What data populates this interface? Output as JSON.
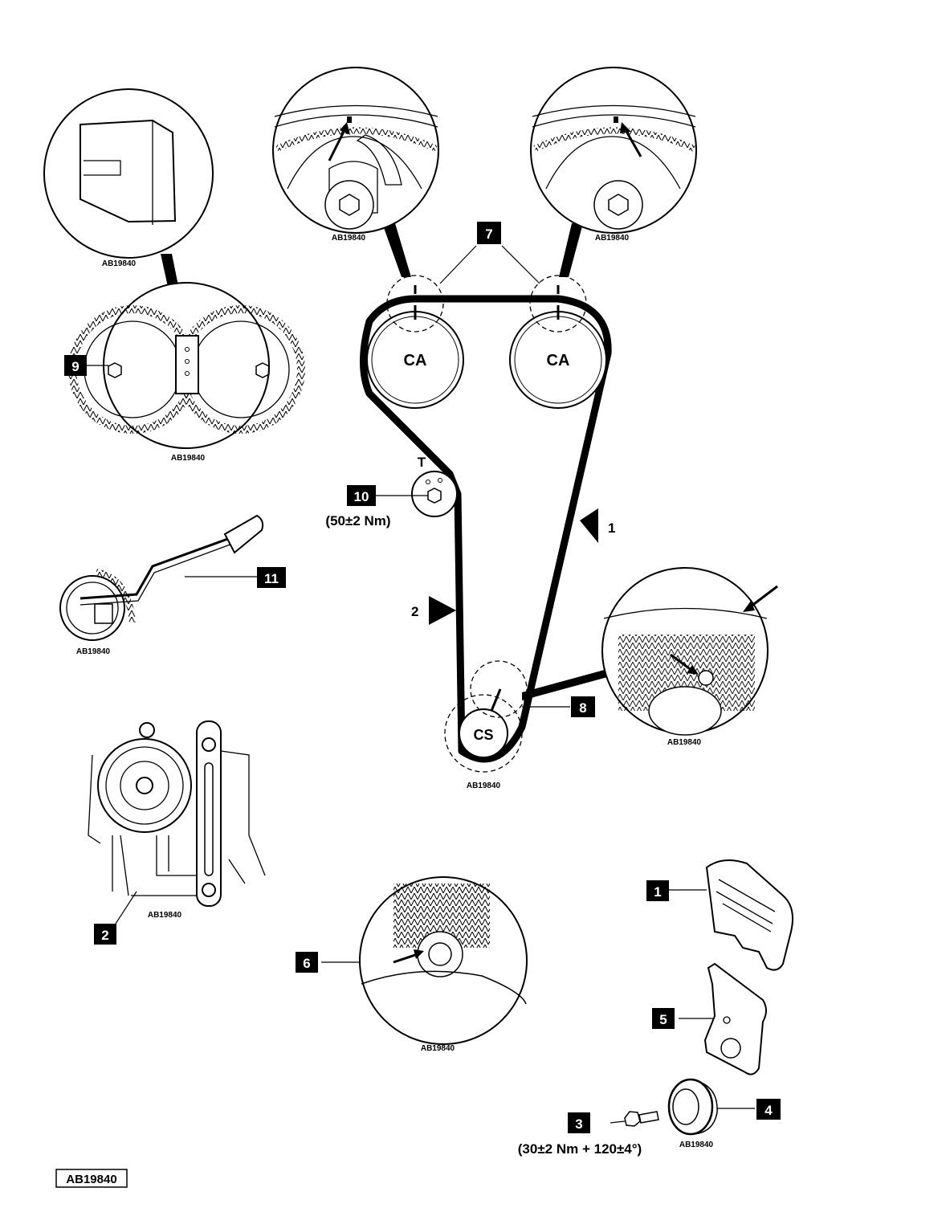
{
  "figure_ref": "AB19840",
  "sprockets": {
    "camshaft_left": "CA",
    "camshaft_right": "CA",
    "crankshaft": "CS",
    "tensioner": "T"
  },
  "callouts": [
    "1",
    "2",
    "3",
    "4",
    "5",
    "6",
    "7",
    "8",
    "9",
    "10",
    "11"
  ],
  "direction_marks": [
    "1",
    "2"
  ],
  "torques": {
    "tensioner_bolt": "(50±2 Nm)",
    "crank_bolt": "(30±2 Nm + 120±4°)"
  },
  "detail_refs": "AB19840",
  "colors": {
    "ink": "#000000",
    "paper": "#ffffff"
  }
}
